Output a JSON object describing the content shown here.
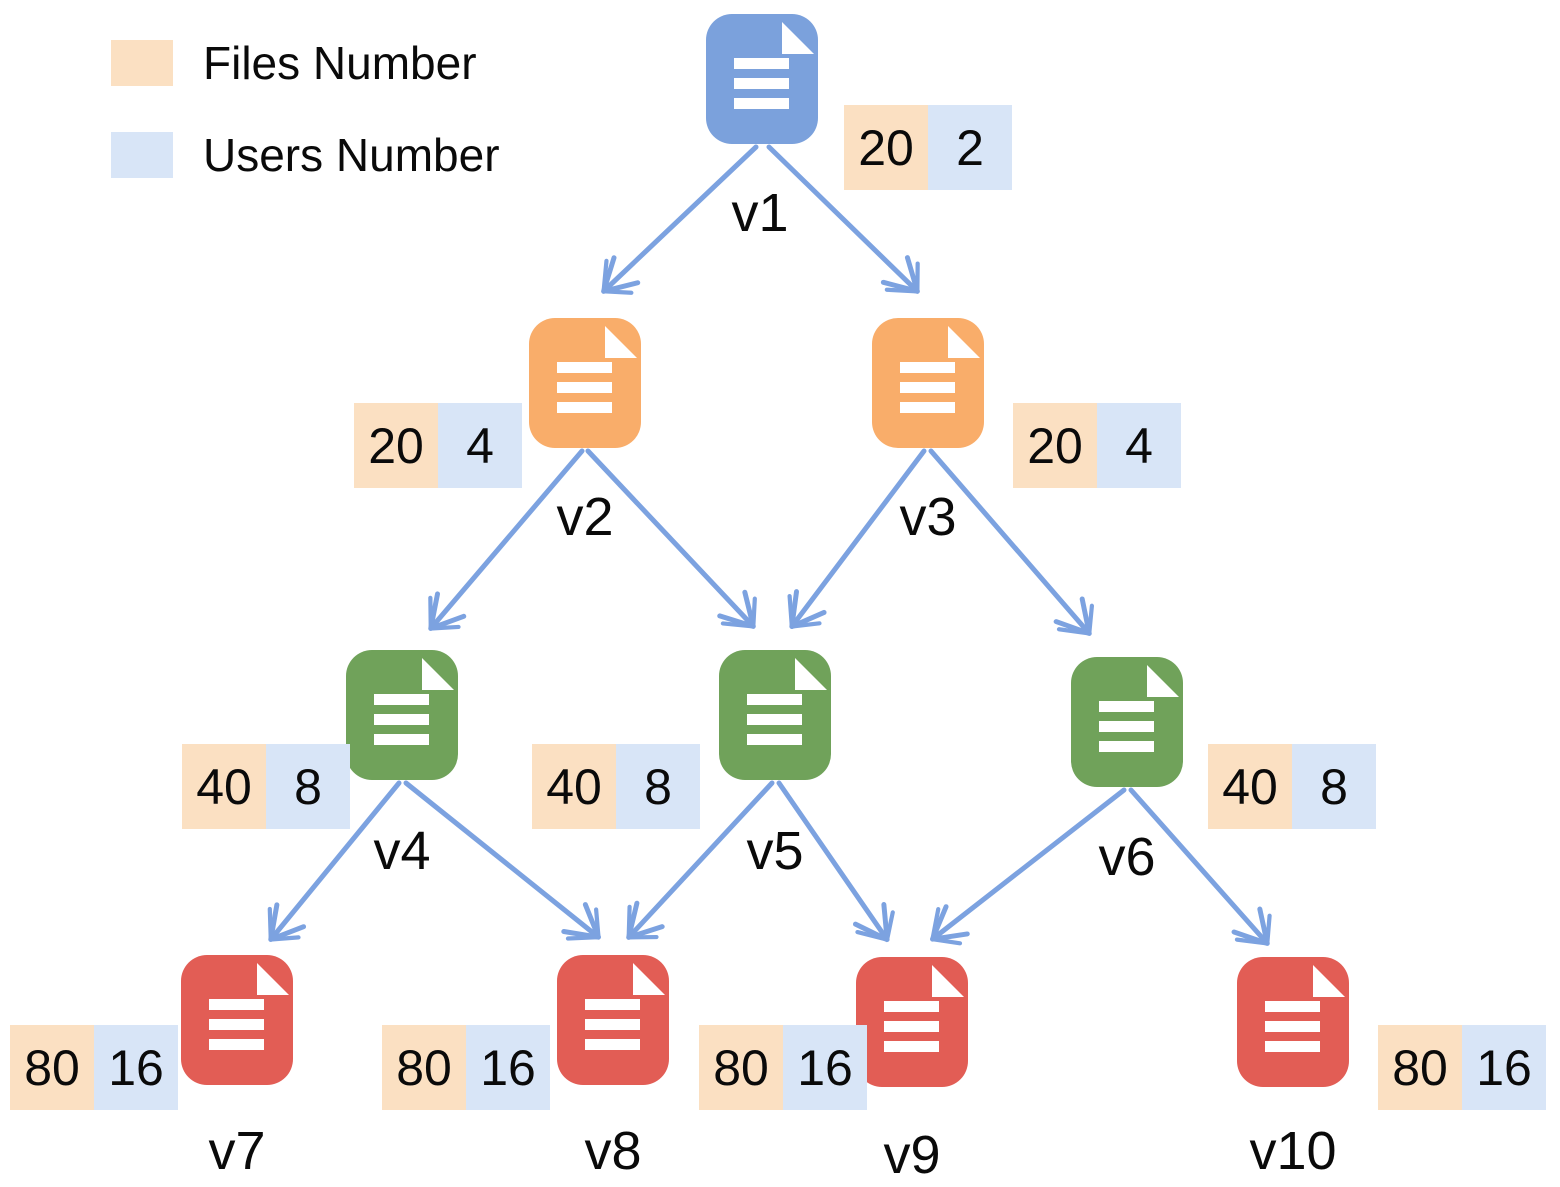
{
  "legend": {
    "items": [
      {
        "label": "Files Number",
        "color_key": "files_bg"
      },
      {
        "label": "Users Number",
        "color_key": "users_bg"
      }
    ]
  },
  "nodes": [
    {
      "id": "v1",
      "label": "v1",
      "files": "20",
      "users": "2",
      "color": "blue"
    },
    {
      "id": "v2",
      "label": "v2",
      "files": "20",
      "users": "4",
      "color": "orange"
    },
    {
      "id": "v3",
      "label": "v3",
      "files": "20",
      "users": "4",
      "color": "orange"
    },
    {
      "id": "v4",
      "label": "v4",
      "files": "40",
      "users": "8",
      "color": "green"
    },
    {
      "id": "v5",
      "label": "v5",
      "files": "40",
      "users": "8",
      "color": "green"
    },
    {
      "id": "v6",
      "label": "v6",
      "files": "40",
      "users": "8",
      "color": "green"
    },
    {
      "id": "v7",
      "label": "v7",
      "files": "80",
      "users": "16",
      "color": "red"
    },
    {
      "id": "v8",
      "label": "v8",
      "files": "80",
      "users": "16",
      "color": "red"
    },
    {
      "id": "v9",
      "label": "v9",
      "files": "80",
      "users": "16",
      "color": "red"
    },
    {
      "id": "v10",
      "label": "v10",
      "files": "80",
      "users": "16",
      "color": "red"
    }
  ],
  "edges": [
    [
      "v1",
      "v2"
    ],
    [
      "v1",
      "v3"
    ],
    [
      "v2",
      "v4"
    ],
    [
      "v2",
      "v5"
    ],
    [
      "v3",
      "v5"
    ],
    [
      "v3",
      "v6"
    ],
    [
      "v4",
      "v7"
    ],
    [
      "v4",
      "v8"
    ],
    [
      "v5",
      "v8"
    ],
    [
      "v5",
      "v9"
    ],
    [
      "v6",
      "v9"
    ],
    [
      "v6",
      "v10"
    ]
  ],
  "colors": {
    "node_blue": "#7ba1dc",
    "node_orange": "#f9ad6a",
    "node_green": "#70a25a",
    "node_red": "#e25d55",
    "files_bg": "#fbe0c2",
    "users_bg": "#d8e5f7",
    "arrow": "#7ca2e0",
    "text": "#0a0a0a",
    "icon_lines": "#ffffff"
  }
}
